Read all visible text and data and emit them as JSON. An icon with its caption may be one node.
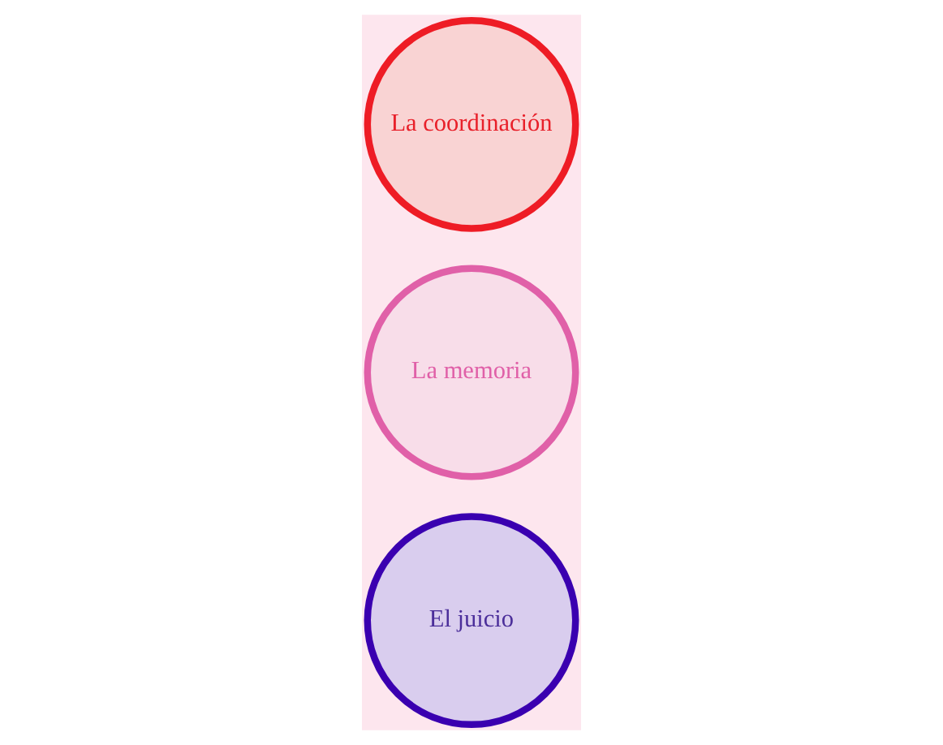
{
  "diagram": {
    "nodes": [
      {
        "text": [
          "El juicio"
        ]
      },
      {
        "text": [
          "La memoria"
        ]
      },
      {
        "text": [
          "La coordinación"
        ]
      }
    ],
    "edges": []
  }
}
